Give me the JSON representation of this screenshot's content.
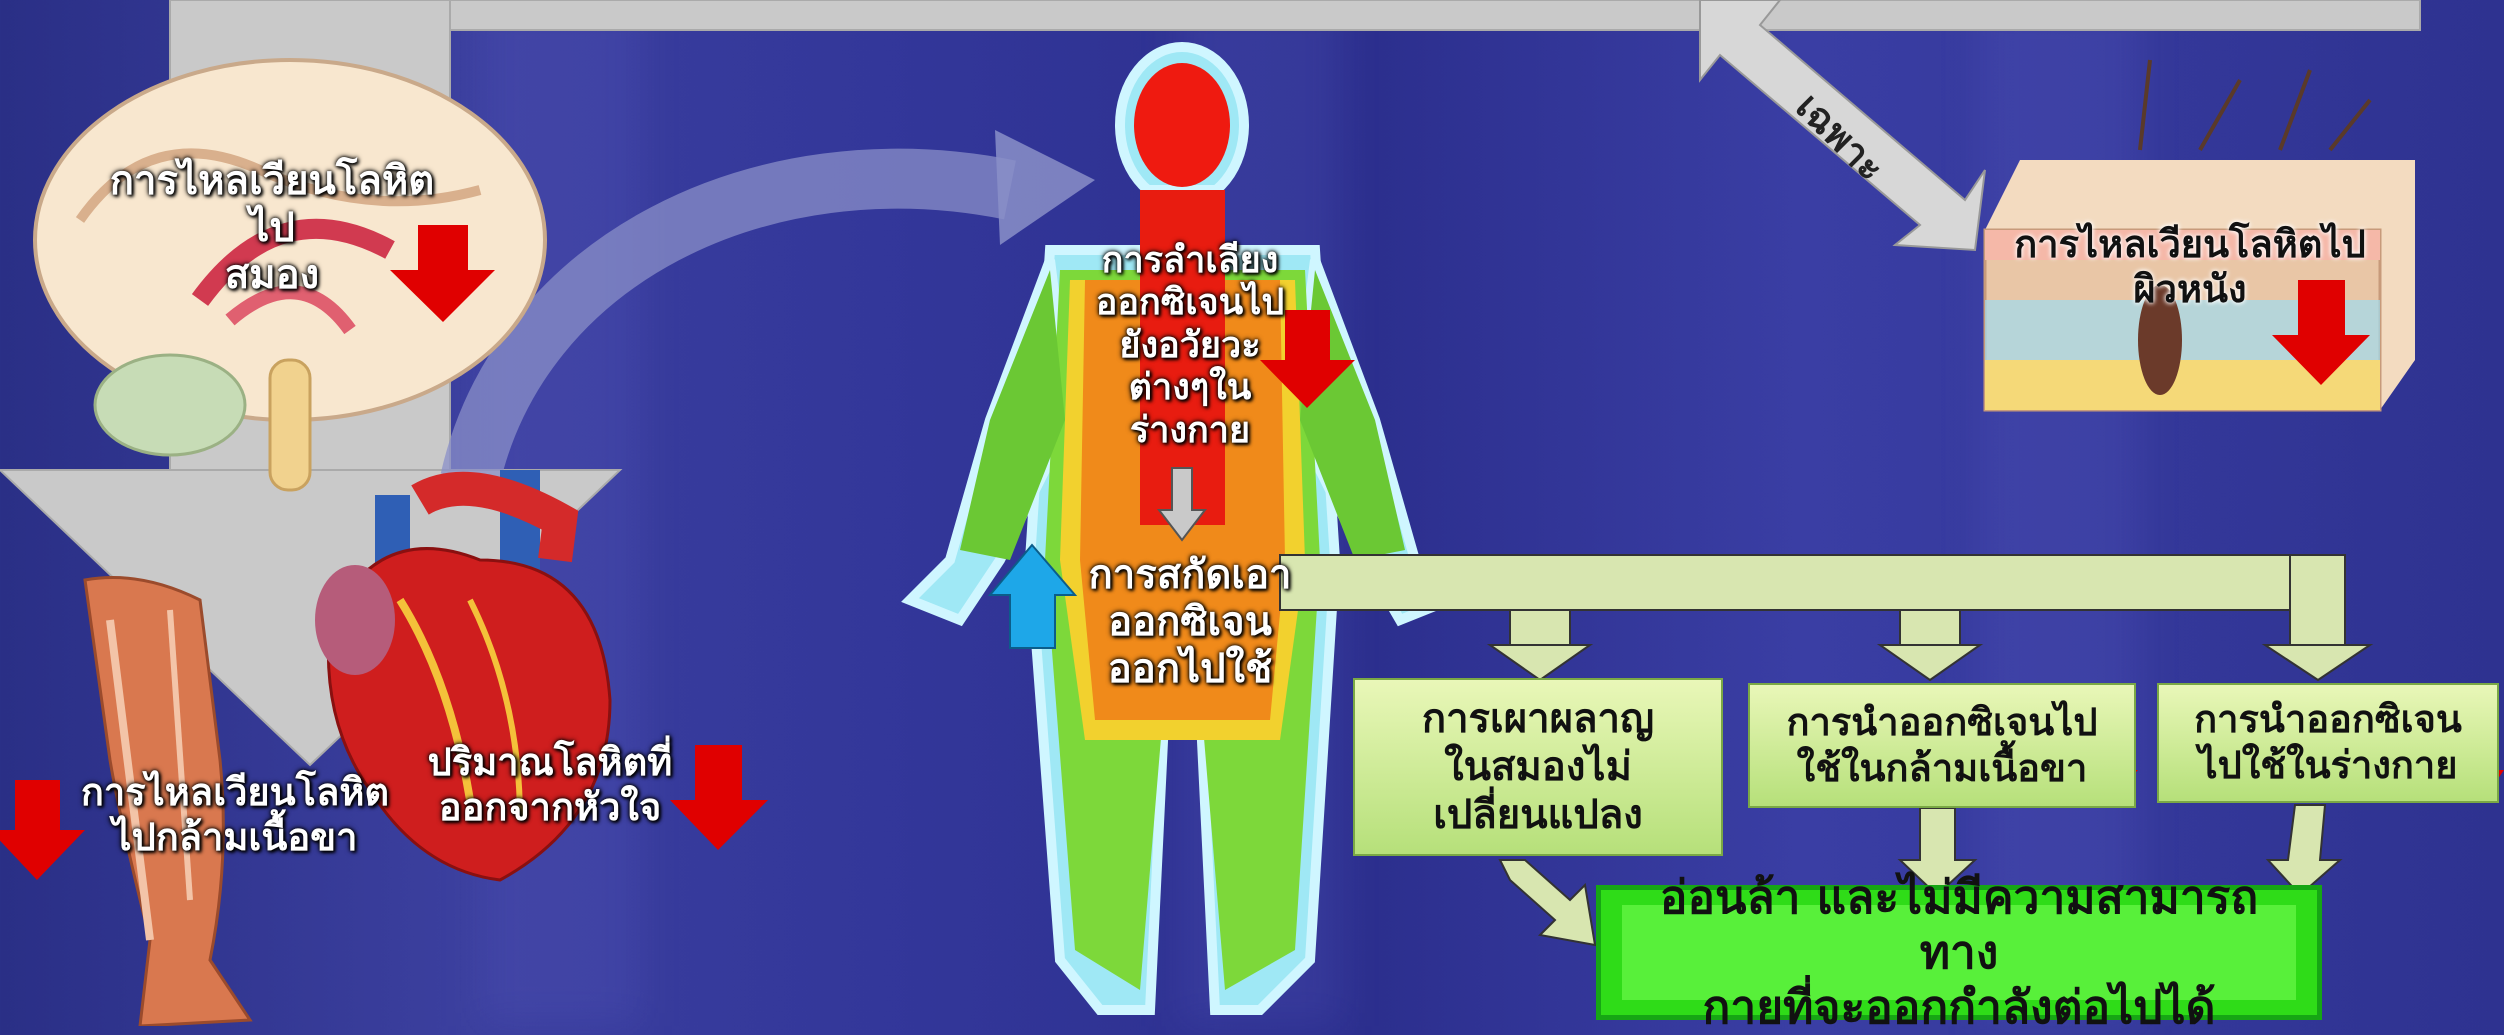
{
  "labels": {
    "brain_flow": "การไหลเวียนโลหิตไป\nสมอง",
    "body_oxygen": "การลำเลียง\nออกซิเจนไป\nยังอวัยวะ\nต่างๆใน\nร่างกาย",
    "extraction": "การสกัดเอา\nออกซิเจน\nออกไปใช้",
    "leg_flow": "การไหลเวียนโลหิต\nไปกล้ามเนื้อขา",
    "cardiac_output": "ปริมาณโลหิตที่\nออกจากหัวใจ",
    "skin_flow": "การไหลเวียนโลหิตไป\nผิวหนัง",
    "specific": "เฉพาะ"
  },
  "boxes": {
    "brain_metabolism": "การเผาผลาญ\nในสมองไม่\nเปลี่ยนแปลง",
    "leg_oxygen_use": "การนำออกซิเจนไป\nใช้ในกล้ามเนื้อขา",
    "body_oxygen_use": "การนำออกซิเจน\nไปใช้ในร่างกาย"
  },
  "final": "อ่อนล้า และไม่มีความสามารถทาง\nกายที่จะออกกำลังต่อไปได้",
  "colors": {
    "down_arrow": "#e00000",
    "up_arrow": "#1ea7e8",
    "grey_arrow": "#c9c9c9",
    "box_fill": "#cfe98f",
    "final_fill": "#2fdc18"
  },
  "icons": [
    "brain-image",
    "heart-image",
    "leg-muscle-image",
    "skin-layer-image",
    "body-thermal-image"
  ]
}
